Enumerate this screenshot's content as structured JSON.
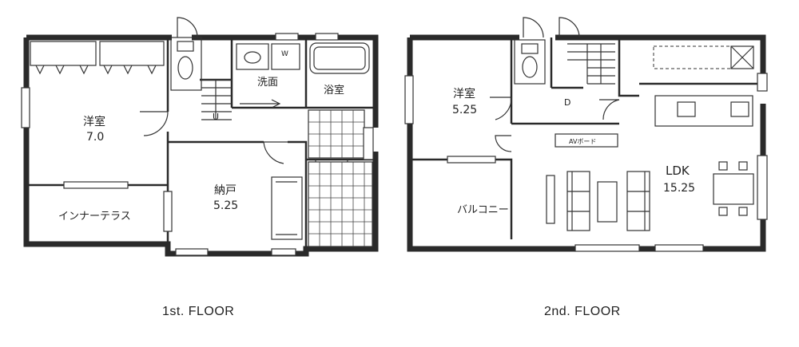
{
  "floors": [
    {
      "label": "1st. FLOOR",
      "rooms": [
        {
          "id": "western-room",
          "name": "洋室",
          "size": "7.0"
        },
        {
          "id": "storage-room",
          "name": "納戸",
          "size": "5.25"
        },
        {
          "id": "washroom",
          "name": "洗面",
          "size": ""
        },
        {
          "id": "bathroom",
          "name": "浴室",
          "size": ""
        },
        {
          "id": "inner-terrace",
          "name": "インナーテラス",
          "size": ""
        }
      ],
      "fixtures": {
        "washer": "W",
        "stair_mark": "U"
      }
    },
    {
      "label": "2nd. FLOOR",
      "rooms": [
        {
          "id": "western-room",
          "name": "洋室",
          "size": "5.25"
        },
        {
          "id": "ldk",
          "name": "LDK",
          "size": "15.25"
        },
        {
          "id": "balcony",
          "name": "バルコニー",
          "size": ""
        }
      ],
      "fixtures": {
        "av_board": "AVボード",
        "stair_mark": "D"
      }
    }
  ]
}
